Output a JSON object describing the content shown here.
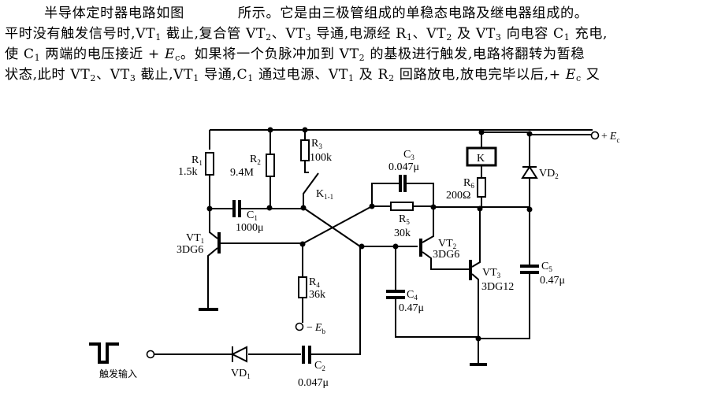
{
  "text": {
    "line1_a": "半导体定时器电路如图",
    "line1_b": "所示。它是由三极管组成的单稳态电路及继电器组成的。",
    "line2": [
      "平时没有触发信号时,VT",
      "1",
      " 截止,复合管 VT",
      "2",
      "、VT",
      "3",
      " 导通,电源经 R",
      "1",
      "、VT",
      "2",
      " 及 VT",
      "3",
      " 向电容 C",
      "1",
      " 充电,"
    ],
    "line3": [
      "使 C",
      "1",
      " 两端的电压接近 + ",
      "E",
      "c",
      "。如果将一个负脉冲加到 VT",
      "2",
      " 的基极进行触发,电路将翻转为暂稳"
    ],
    "line4": [
      "状态,此时 VT",
      "2",
      "、VT",
      "3",
      " 截止,VT",
      "1",
      " 导通,C",
      "1",
      " 通过电源、VT",
      "1",
      " 及 R",
      "2",
      " 回路放电,放电完毕以后,+ ",
      "E",
      "c",
      " 又"
    ]
  },
  "schematic": {
    "components": {
      "R1": {
        "name": "R",
        "sub": "1",
        "value": "1.5k"
      },
      "R2": {
        "name": "R",
        "sub": "2",
        "value": "9.4M"
      },
      "R3": {
        "name": "R",
        "sub": "3",
        "value": "100k"
      },
      "R4": {
        "name": "R",
        "sub": "4",
        "value": "36k"
      },
      "R5": {
        "name": "R",
        "sub": "5",
        "value": "30k"
      },
      "R6": {
        "name": "R",
        "sub": "6",
        "value": "200Ω"
      },
      "C1": {
        "name": "C",
        "sub": "1",
        "value": "1000μ"
      },
      "C2": {
        "name": "C",
        "sub": "2",
        "value": "0.047μ"
      },
      "C3": {
        "name": "C",
        "sub": "3",
        "value": "0.047μ"
      },
      "C4": {
        "name": "C",
        "sub": "4",
        "value": "0.47μ"
      },
      "C5": {
        "name": "C",
        "sub": "5",
        "value": "0.47μ"
      },
      "VT1": {
        "name": "VT",
        "sub": "1",
        "value": "3DG6"
      },
      "VT2": {
        "name": "VT",
        "sub": "2",
        "value": "3DG6"
      },
      "VT3": {
        "name": "VT",
        "sub": "3",
        "value": "3DG12"
      },
      "VD1": {
        "name": "VD",
        "sub": "1"
      },
      "VD2": {
        "name": "VD",
        "sub": "2"
      },
      "K": {
        "name": "K"
      },
      "K1": {
        "name": "K",
        "sub": "1-1"
      }
    },
    "supply_pos": {
      "sign": "+",
      "name": "E",
      "sub": "c"
    },
    "supply_neg": {
      "sign": "−",
      "name": "E",
      "sub": "b"
    },
    "trigger_label": "触发输入"
  }
}
